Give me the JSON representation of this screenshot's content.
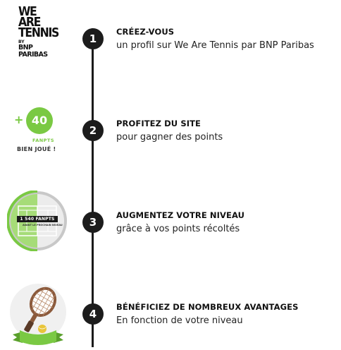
{
  "logo": {
    "line1": "WE",
    "line2": "ARE",
    "line3": "TENNIS",
    "by": "BY",
    "brand": "BNP PARIBAS"
  },
  "points_badge": {
    "plus": "+",
    "value": "40",
    "unit": "FANPTS",
    "bravo": "BIEN JOUÉ !"
  },
  "level_badge": {
    "fanpts": "1 540 FANPTS",
    "subtext": "AVANT LE PROCHAIN NIVEAU"
  },
  "colors": {
    "accent_green": "#7ac943",
    "dark": "#1c1c1c"
  },
  "steps": [
    {
      "number": "1",
      "title": "CRÉEZ-VOUS",
      "desc": "un profil sur We Are Tennis par BNP Paribas"
    },
    {
      "number": "2",
      "title": "PROFITEZ DU SITE",
      "desc": "pour gagner des points"
    },
    {
      "number": "3",
      "title": "AUGMENTEZ VOTRE NIVEAU",
      "desc": "grâce à vos points récoltés"
    },
    {
      "number": "4",
      "title": "BÉNÉFICIEZ DE NOMBREUX AVANTAGES",
      "desc": "En fonction de votre niveau"
    }
  ]
}
